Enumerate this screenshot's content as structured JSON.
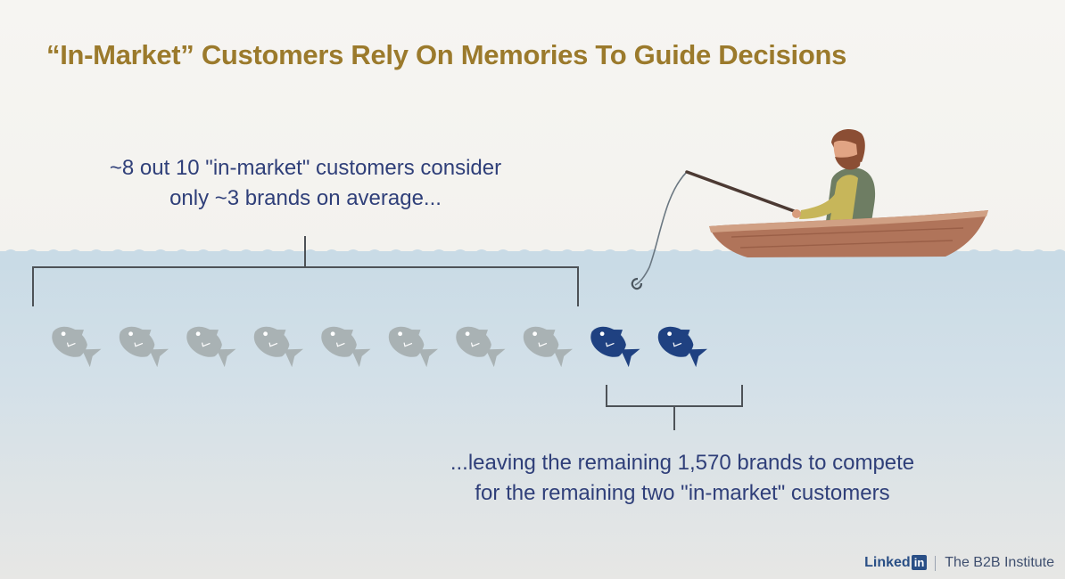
{
  "slide": {
    "title": "“In-Market” Customers Rely On Memories To Guide Decisions",
    "caption_top": {
      "line1": "~8 out 10 \"in-market\" customers consider",
      "line2": "only ~3 brands on average..."
    },
    "caption_bottom": {
      "line1": "...leaving the remaining 1,570 brands to compete",
      "line2": "for the remaining two \"in-market\" customers"
    }
  },
  "fish": {
    "grey_count": 8,
    "blue_count": 2,
    "grey_color": "#a9b2b4",
    "blue_color": "#1f4181"
  },
  "colors": {
    "title": "#9b7a2c",
    "caption": "#2f3f79",
    "bracket": "#4d5257",
    "sea": "#c9dbe6",
    "boat": "#b0745a"
  },
  "footer": {
    "brand": "Linked",
    "brand_box": "in",
    "org": "The B2B Institute"
  }
}
